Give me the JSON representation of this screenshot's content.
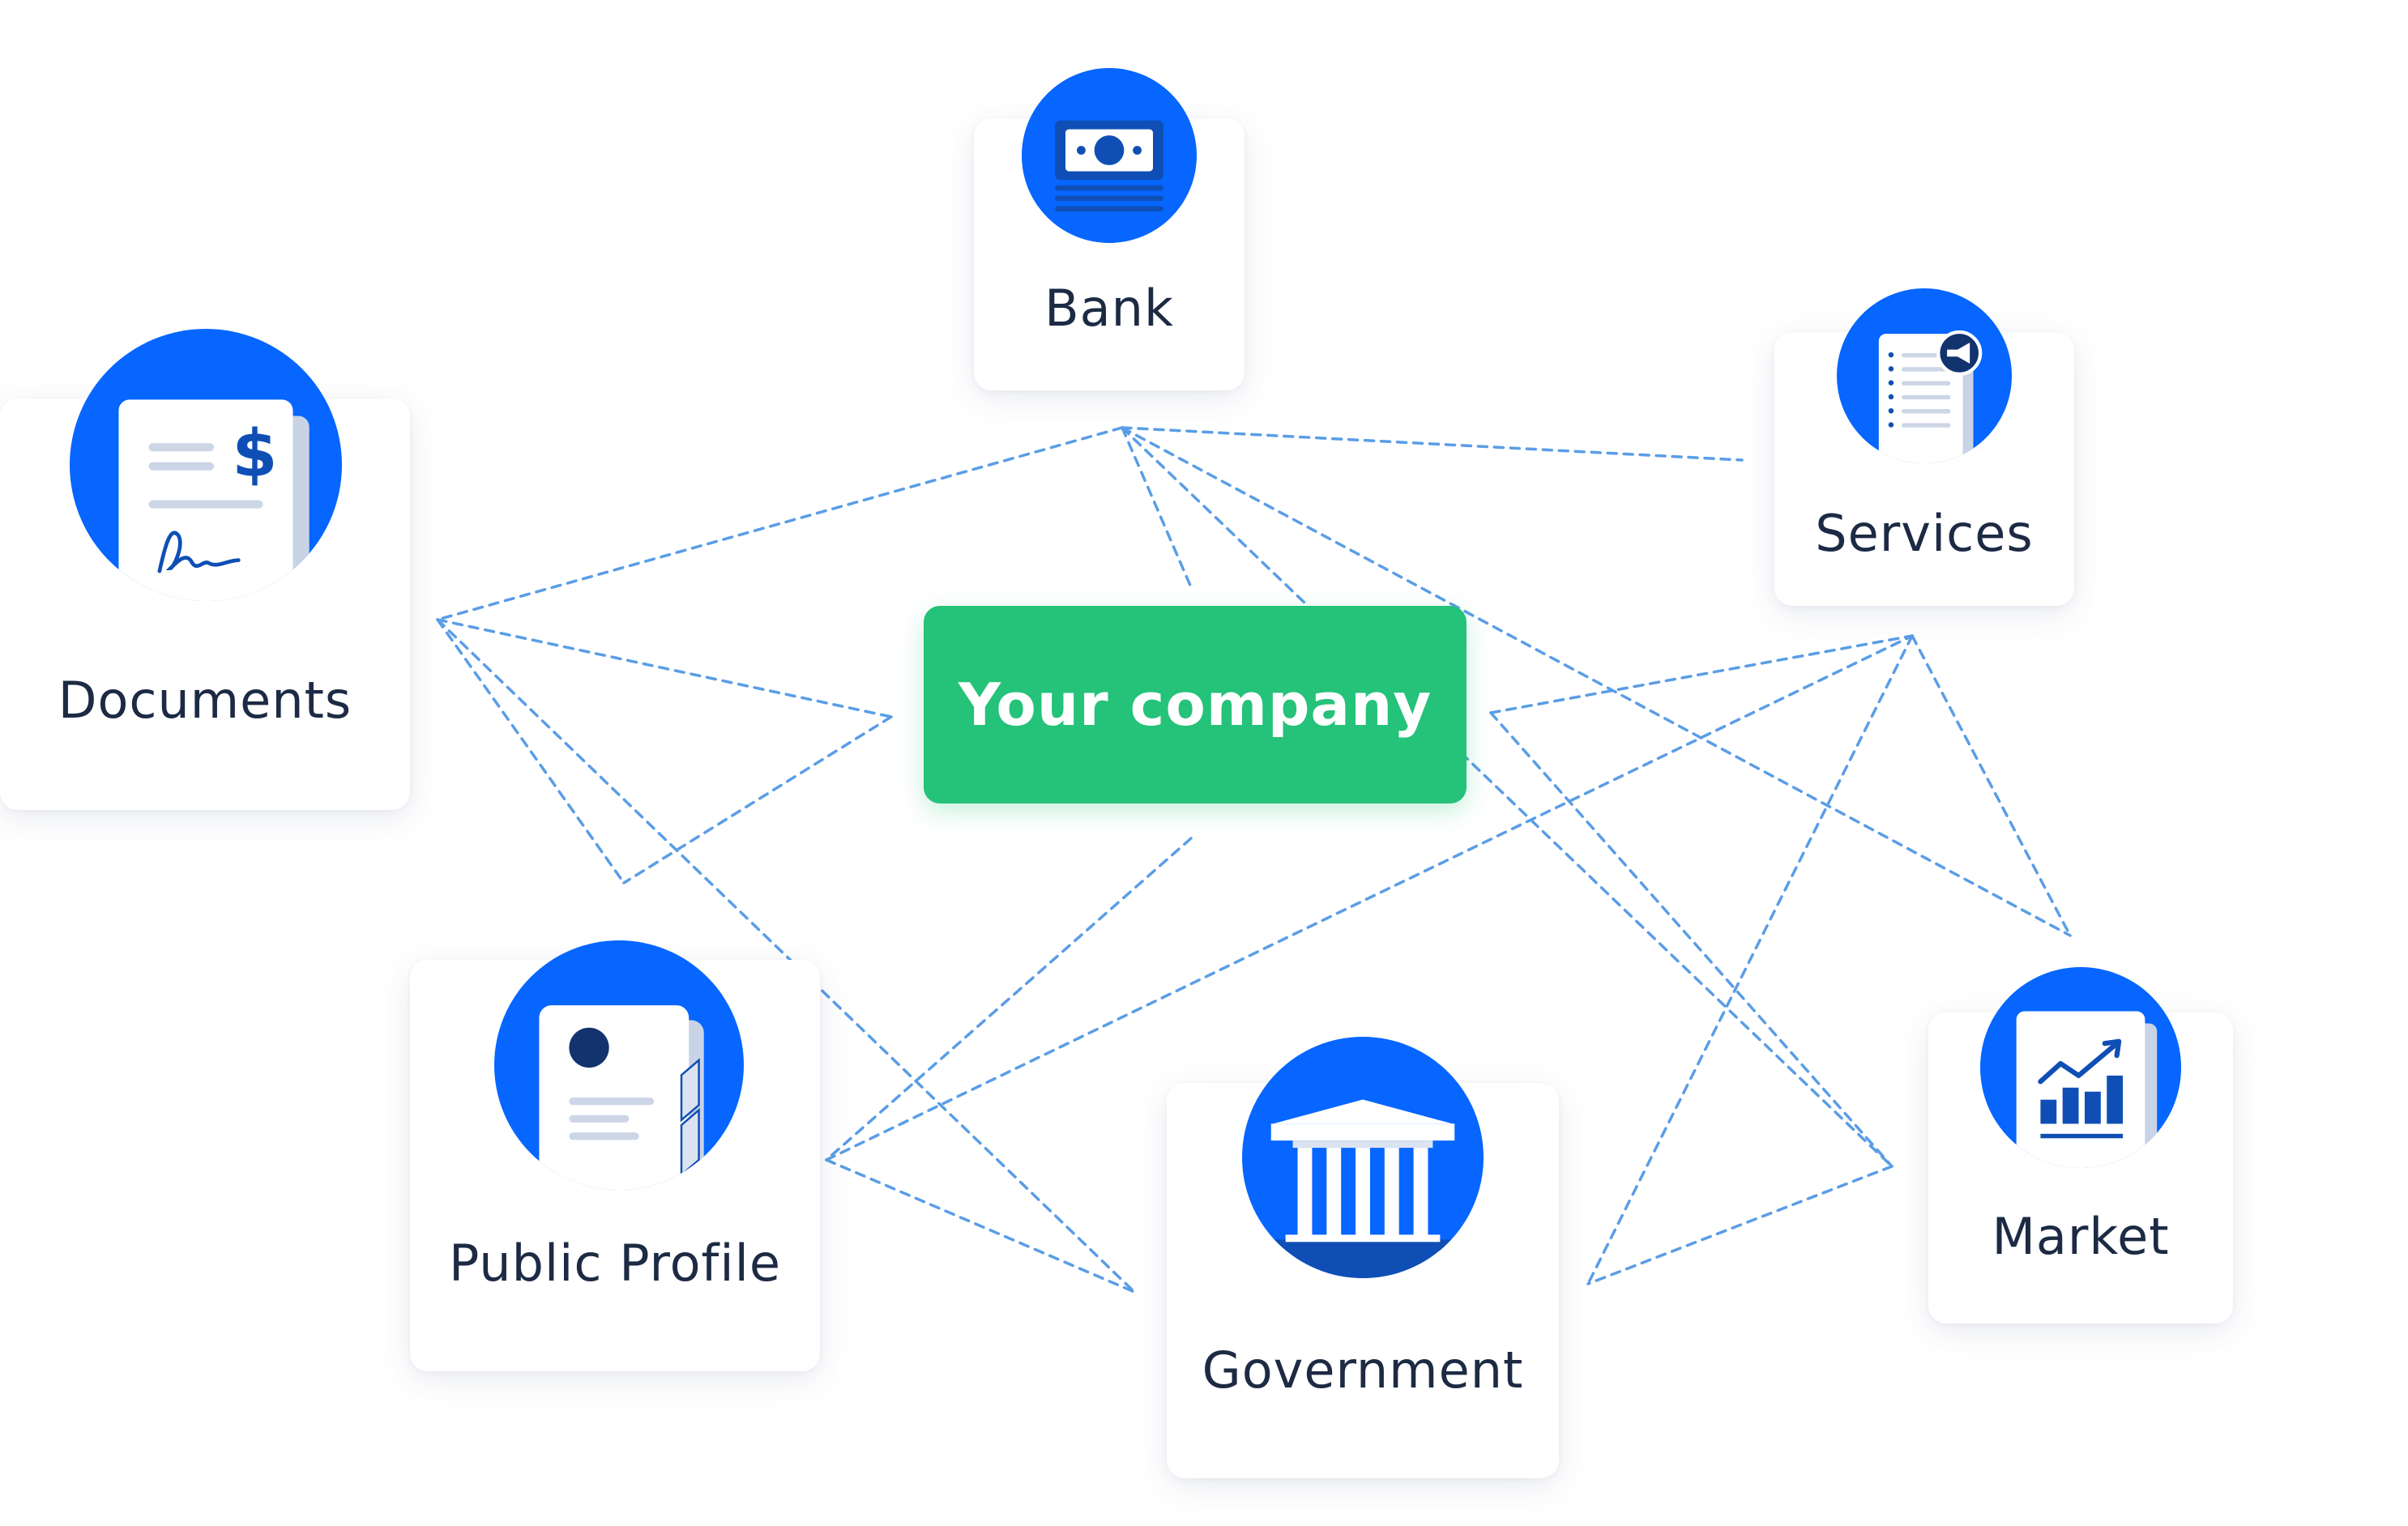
{
  "center": {
    "label": "Your company"
  },
  "nodes": {
    "bank": {
      "label": "Bank",
      "icon": "bank-note-icon"
    },
    "services": {
      "label": "Services",
      "icon": "service-list-icon"
    },
    "documents": {
      "label": "Documents",
      "icon": "invoice-document-icon"
    },
    "public_profile": {
      "label": "Public Profile",
      "icon": "profile-card-icon"
    },
    "government": {
      "label": "Government",
      "icon": "government-building-icon"
    },
    "market": {
      "label": "Market",
      "icon": "market-chart-icon"
    }
  },
  "colors": {
    "icon_circle": "#0666ff",
    "icon_dark": "#0f4fb5",
    "center_fill": "#25c27a",
    "connector": "#5a9de6",
    "label_text": "#1d2a44"
  }
}
